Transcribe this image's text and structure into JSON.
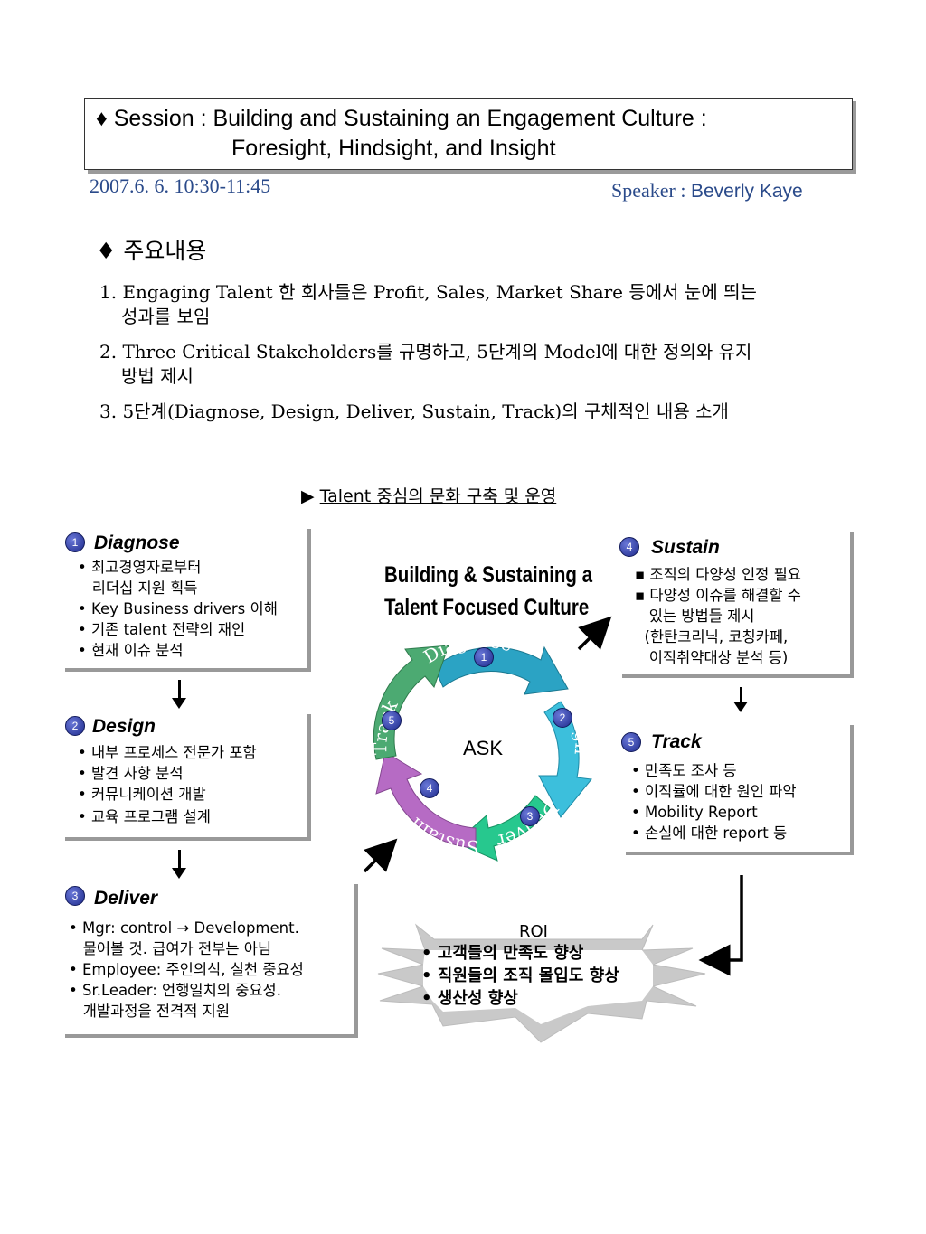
{
  "header": {
    "session_label": "♦ Session : Building and Sustaining an Engagement Culture :",
    "session_subtitle": "Foresight, Hindsight, and Insight",
    "date": "2007.6. 6. 10:30-11:45",
    "speaker_label": "Speaker : ",
    "speaker_name": "Beverly Kaye"
  },
  "summary": {
    "heading": "♦ 주요내용",
    "items": [
      {
        "line1": "1. Engaging Talent 한 회사들은 Profit, Sales, Market Share 등에서 눈에 띄는",
        "line2": "성과를 보임"
      },
      {
        "line1": "2. Three Critical Stakeholders를 규명하고, 5단계의 Model에 대한 정의와 유지",
        "line2": "방법 제시"
      },
      {
        "line1": "3. 5단계(Diagnose, Design, Deliver, Sustain, Track)의 구체적인 내용 소개",
        "line2": ""
      }
    ]
  },
  "diagram": {
    "subtitle_marker": "▶",
    "subtitle": "Talent 중심의 문화 구축 및 운영",
    "center_title_line1": "Building & Sustaining a",
    "center_title_line2": "Talent Focused Culture",
    "center_label": "ASK",
    "cycle_labels": [
      "Diagnose",
      "Design",
      "Deliver",
      "Sustain",
      "Track"
    ],
    "cycle_numbers": [
      "1",
      "2",
      "3",
      "4",
      "5"
    ],
    "boxes": {
      "diagnose": {
        "num": "1",
        "title": "Diagnose",
        "items": [
          "• 최고경영자로부터",
          "   리더십 지원 획득",
          "• Key Business drivers 이해",
          "• 기존 talent 전략의 재인",
          "• 현재 이슈 분석"
        ]
      },
      "design": {
        "num": "2",
        "title": "Design",
        "items": [
          "• 내부 프로세스 전문가 포함",
          "• 발견 사항 분석",
          "• 커뮤니케이션 개발",
          "• 교육 프로그램 설계"
        ]
      },
      "deliver": {
        "num": "3",
        "title": "Deliver",
        "items": [
          "• Mgr: control → Development.",
          "   물어볼 것. 급여가 전부는 아님",
          "• Employee: 주인의식, 실천 중요성",
          "• Sr.Leader: 언행일치의 중요성.",
          "   개발과정을 전격적 지원"
        ]
      },
      "sustain": {
        "num": "4",
        "title": "Sustain",
        "items": [
          "▪ 조직의 다양성 인정 필요",
          "▪ 다양성 이슈를 해결할 수",
          "   있는 방법들 제시",
          "  (한탄크리닉, 코칭카페,",
          "   이직취약대상 분석 등)"
        ]
      },
      "track": {
        "num": "5",
        "title": "Track",
        "items": [
          "• 만족도 조사 등",
          "• 이직률에 대한 원인 파악",
          "• Mobility Report",
          "• 손실에 대한 report 등"
        ]
      }
    },
    "roi": {
      "title": "ROI",
      "items": [
        "• 고객들의 만족도 향상",
        "• 직원들의 조직 몰입도 향상",
        "• 생산성 향상"
      ]
    }
  },
  "colors": {
    "date_text": "#2a4a8a",
    "diagnose_arrow": "#2a9fc0",
    "design_arrow": "#35b8d8",
    "deliver_arrow": "#22c48a",
    "sustain_arrow": "#b56bc0",
    "track_arrow": "#4aa870",
    "badge": "#1e2a8c"
  }
}
